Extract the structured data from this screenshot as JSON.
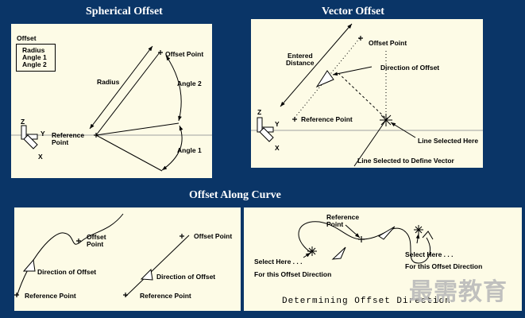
{
  "titles": {
    "spherical": "Spherical Offset",
    "vector": "Vector Offset",
    "along_curve": "Offset Along Curve"
  },
  "spherical": {
    "offset_label": "Offset",
    "params": [
      "Radius",
      "Angle 1",
      "Angle 2"
    ],
    "offset_point": "Offset Point",
    "radius": "Radius",
    "angle2": "Angle 2",
    "angle1": "Angle 1",
    "reference_point": [
      "Reference",
      "Point"
    ],
    "axes": {
      "z": "Z",
      "y": "Y",
      "x": "X"
    }
  },
  "vector": {
    "offset_point": "Offset Point",
    "entered_distance": [
      "Entered",
      "Distance"
    ],
    "direction_of_offset": "Direction  of Offset",
    "reference_point": "Reference Point",
    "line_selected_here": "Line Selected Here",
    "line_selected_define": "Line Selected to Define Vector",
    "axes": {
      "z": "Z",
      "y": "Y",
      "x": "X"
    }
  },
  "curve": {
    "offset_point": [
      "Offset",
      "Point"
    ],
    "direction_of_offset_left": "Direction  of Offset",
    "reference_point_left": "Reference Point",
    "offset_point_right": "Offset Point",
    "direction_of_offset_right": "Direction  of Offset",
    "reference_point_right": "Reference Point"
  },
  "direction": {
    "reference_point": [
      "Reference",
      "Point"
    ],
    "select_here_left": "Select Here . . .",
    "for_this_left": "For this Offset Direction",
    "select_here_right": "Select Here . . .",
    "for_this_right": "For this Offset Direction",
    "caption": "Determining Offset Direction"
  },
  "watermark": "最需教育"
}
